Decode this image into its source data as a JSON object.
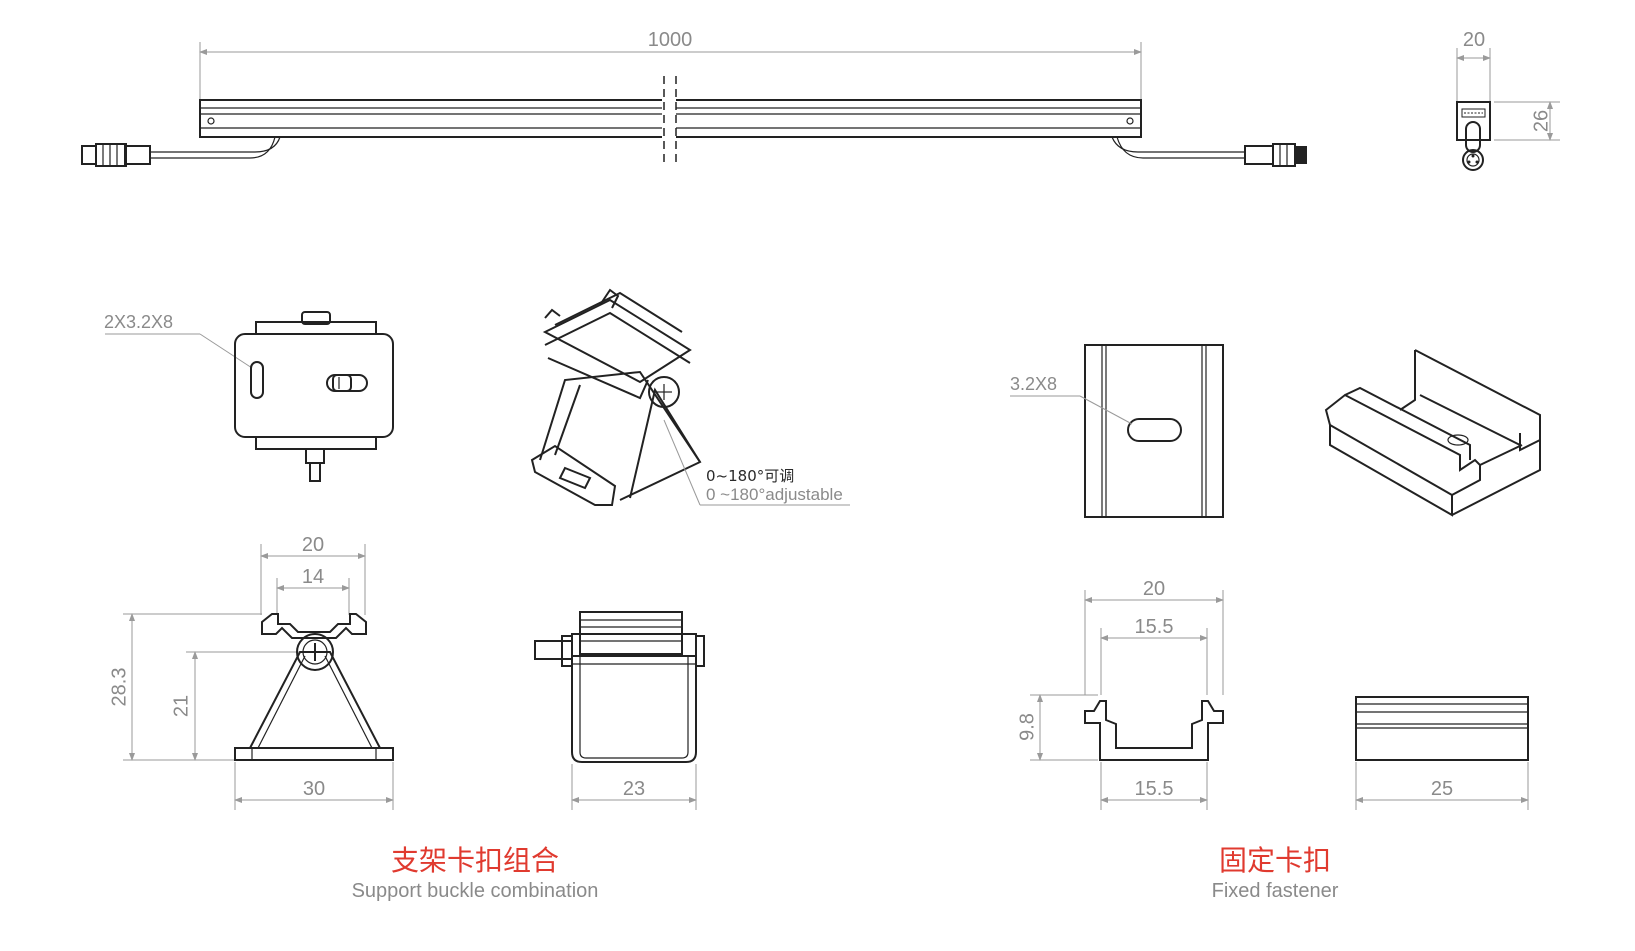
{
  "top_view": {
    "length_dim": "1000",
    "end_width_dim": "20",
    "end_height_dim": "26"
  },
  "support_buckle": {
    "hole_callout": "2X3.2X8",
    "rotation_note_cn": "0~180°可调",
    "rotation_note_en": "0 ~180°adjustable",
    "dims": {
      "top_width": "20",
      "inner_width": "14",
      "total_height": "28.3",
      "pivot_height": "21",
      "base_width": "30",
      "side_width": "23"
    },
    "caption_cn": "支架卡扣组合",
    "caption_en": "Support buckle combination"
  },
  "fixed_fastener": {
    "hole_callout": "3.2X8",
    "dims": {
      "outer_width": "20",
      "inner_top": "15.5",
      "height": "9.8",
      "inner_bottom": "15.5",
      "length": "25"
    },
    "caption_cn": "固定卡扣",
    "caption_en": "Fixed fastener"
  },
  "colors": {
    "caption_accent": "#e03a2f",
    "dimension_gray": "#8a8a8a",
    "outline": "#222222"
  }
}
